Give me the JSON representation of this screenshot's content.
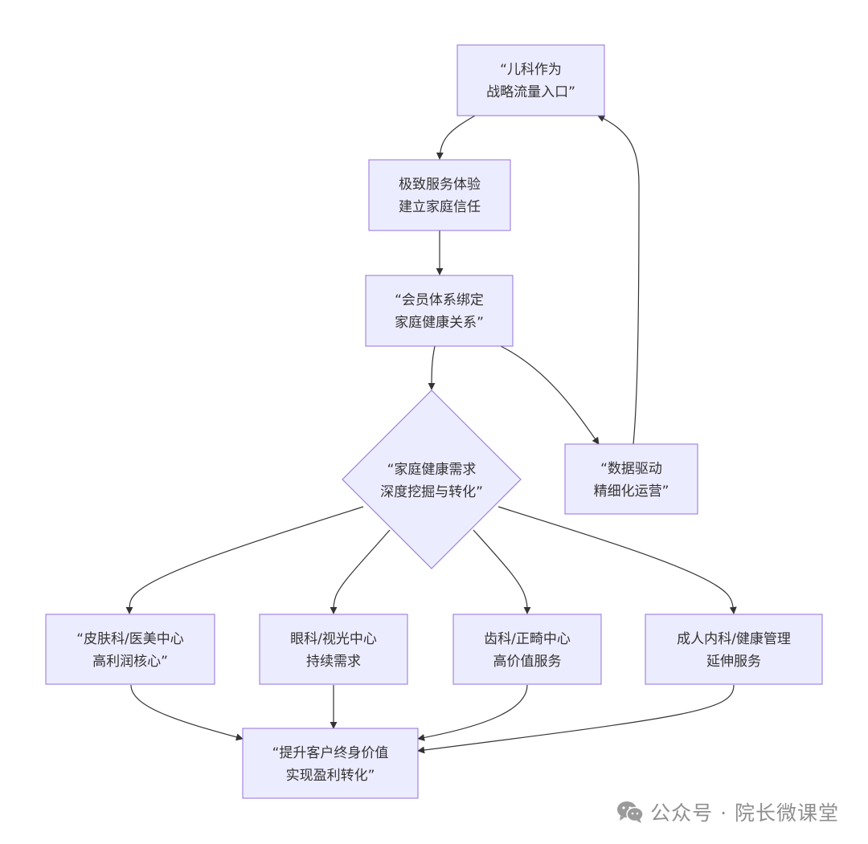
{
  "nodes": {
    "pediatrics_entry": [
      "“儿科作为",
      "战略流量入口”"
    ],
    "service_trust": [
      "极致服务体验",
      "建立家庭信任"
    ],
    "membership": [
      "“会员体系绑定",
      "家庭健康关系”"
    ],
    "family_needs": [
      "“家庭健康需求",
      "深度挖掘与转化”"
    ],
    "data_ops": [
      "“数据驱动",
      "精细化运营”"
    ],
    "dermatology": [
      "“皮肤科/医美中心",
      "高利润核心”"
    ],
    "ophthalmology": [
      "眼科/视光中心",
      "持续需求"
    ],
    "dental": [
      "齿科/正畸中心",
      "高价值服务"
    ],
    "adult_medicine": [
      "成人内科/健康管理",
      "延伸服务"
    ],
    "lifetime_value": [
      "“提升客户终身价值",
      "实现盈利转化”"
    ]
  },
  "edges": [
    {
      "from": "pediatrics_entry",
      "to": "service_trust"
    },
    {
      "from": "service_trust",
      "to": "membership"
    },
    {
      "from": "membership",
      "to": "family_needs"
    },
    {
      "from": "membership",
      "to": "data_ops"
    },
    {
      "from": "data_ops",
      "to": "pediatrics_entry"
    },
    {
      "from": "family_needs",
      "to": "dermatology"
    },
    {
      "from": "family_needs",
      "to": "ophthalmology"
    },
    {
      "from": "family_needs",
      "to": "dental"
    },
    {
      "from": "family_needs",
      "to": "adult_medicine"
    },
    {
      "from": "dermatology",
      "to": "lifetime_value"
    },
    {
      "from": "ophthalmology",
      "to": "lifetime_value"
    },
    {
      "from": "dental",
      "to": "lifetime_value"
    },
    {
      "from": "adult_medicine",
      "to": "lifetime_value"
    }
  ],
  "colors": {
    "node_fill": "#ECECFF",
    "node_stroke": "#9370DB",
    "edge": "#333333",
    "text": "#333333",
    "watermark": "#8f8f8f"
  },
  "watermark": {
    "icon": "wechat-icon",
    "text": "公众号 · 院长微课堂"
  }
}
